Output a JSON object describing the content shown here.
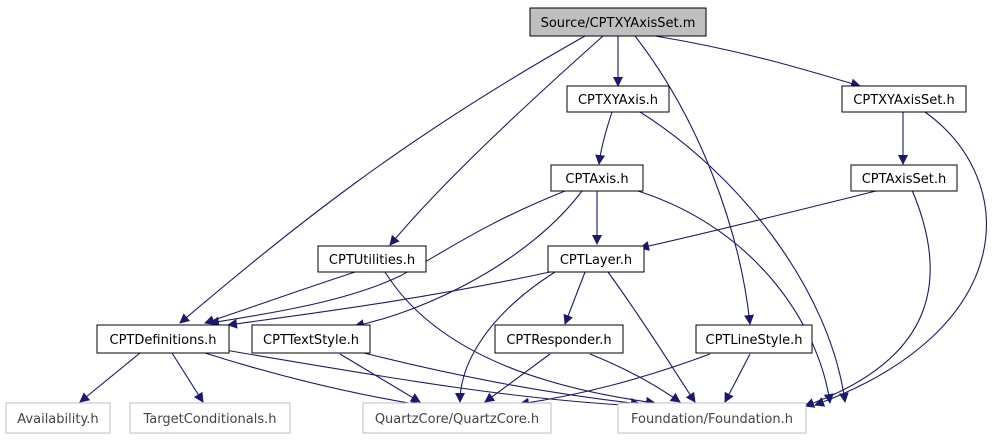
{
  "colors": {
    "edge": "#191970",
    "node_border": "#000000",
    "node_border_external": "#bfbfbf",
    "node_fill": "#ffffff",
    "root_fill": "#bfbfbf"
  },
  "nodes": {
    "root": "Source/CPTXYAxisSet.m",
    "xyaxis": "CPTXYAxis.h",
    "xyaxisset": "CPTXYAxisSet.h",
    "axis": "CPTAxis.h",
    "axisset": "CPTAxisSet.h",
    "utilities": "CPTUtilities.h",
    "layer": "CPTLayer.h",
    "definitions": "CPTDefinitions.h",
    "textstyle": "CPTTextStyle.h",
    "responder": "CPTResponder.h",
    "linestyle": "CPTLineStyle.h",
    "availability": "Availability.h",
    "targetconditionals": "TargetConditionals.h",
    "quartzcore": "QuartzCore/QuartzCore.h",
    "foundation": "Foundation/Foundation.h"
  }
}
